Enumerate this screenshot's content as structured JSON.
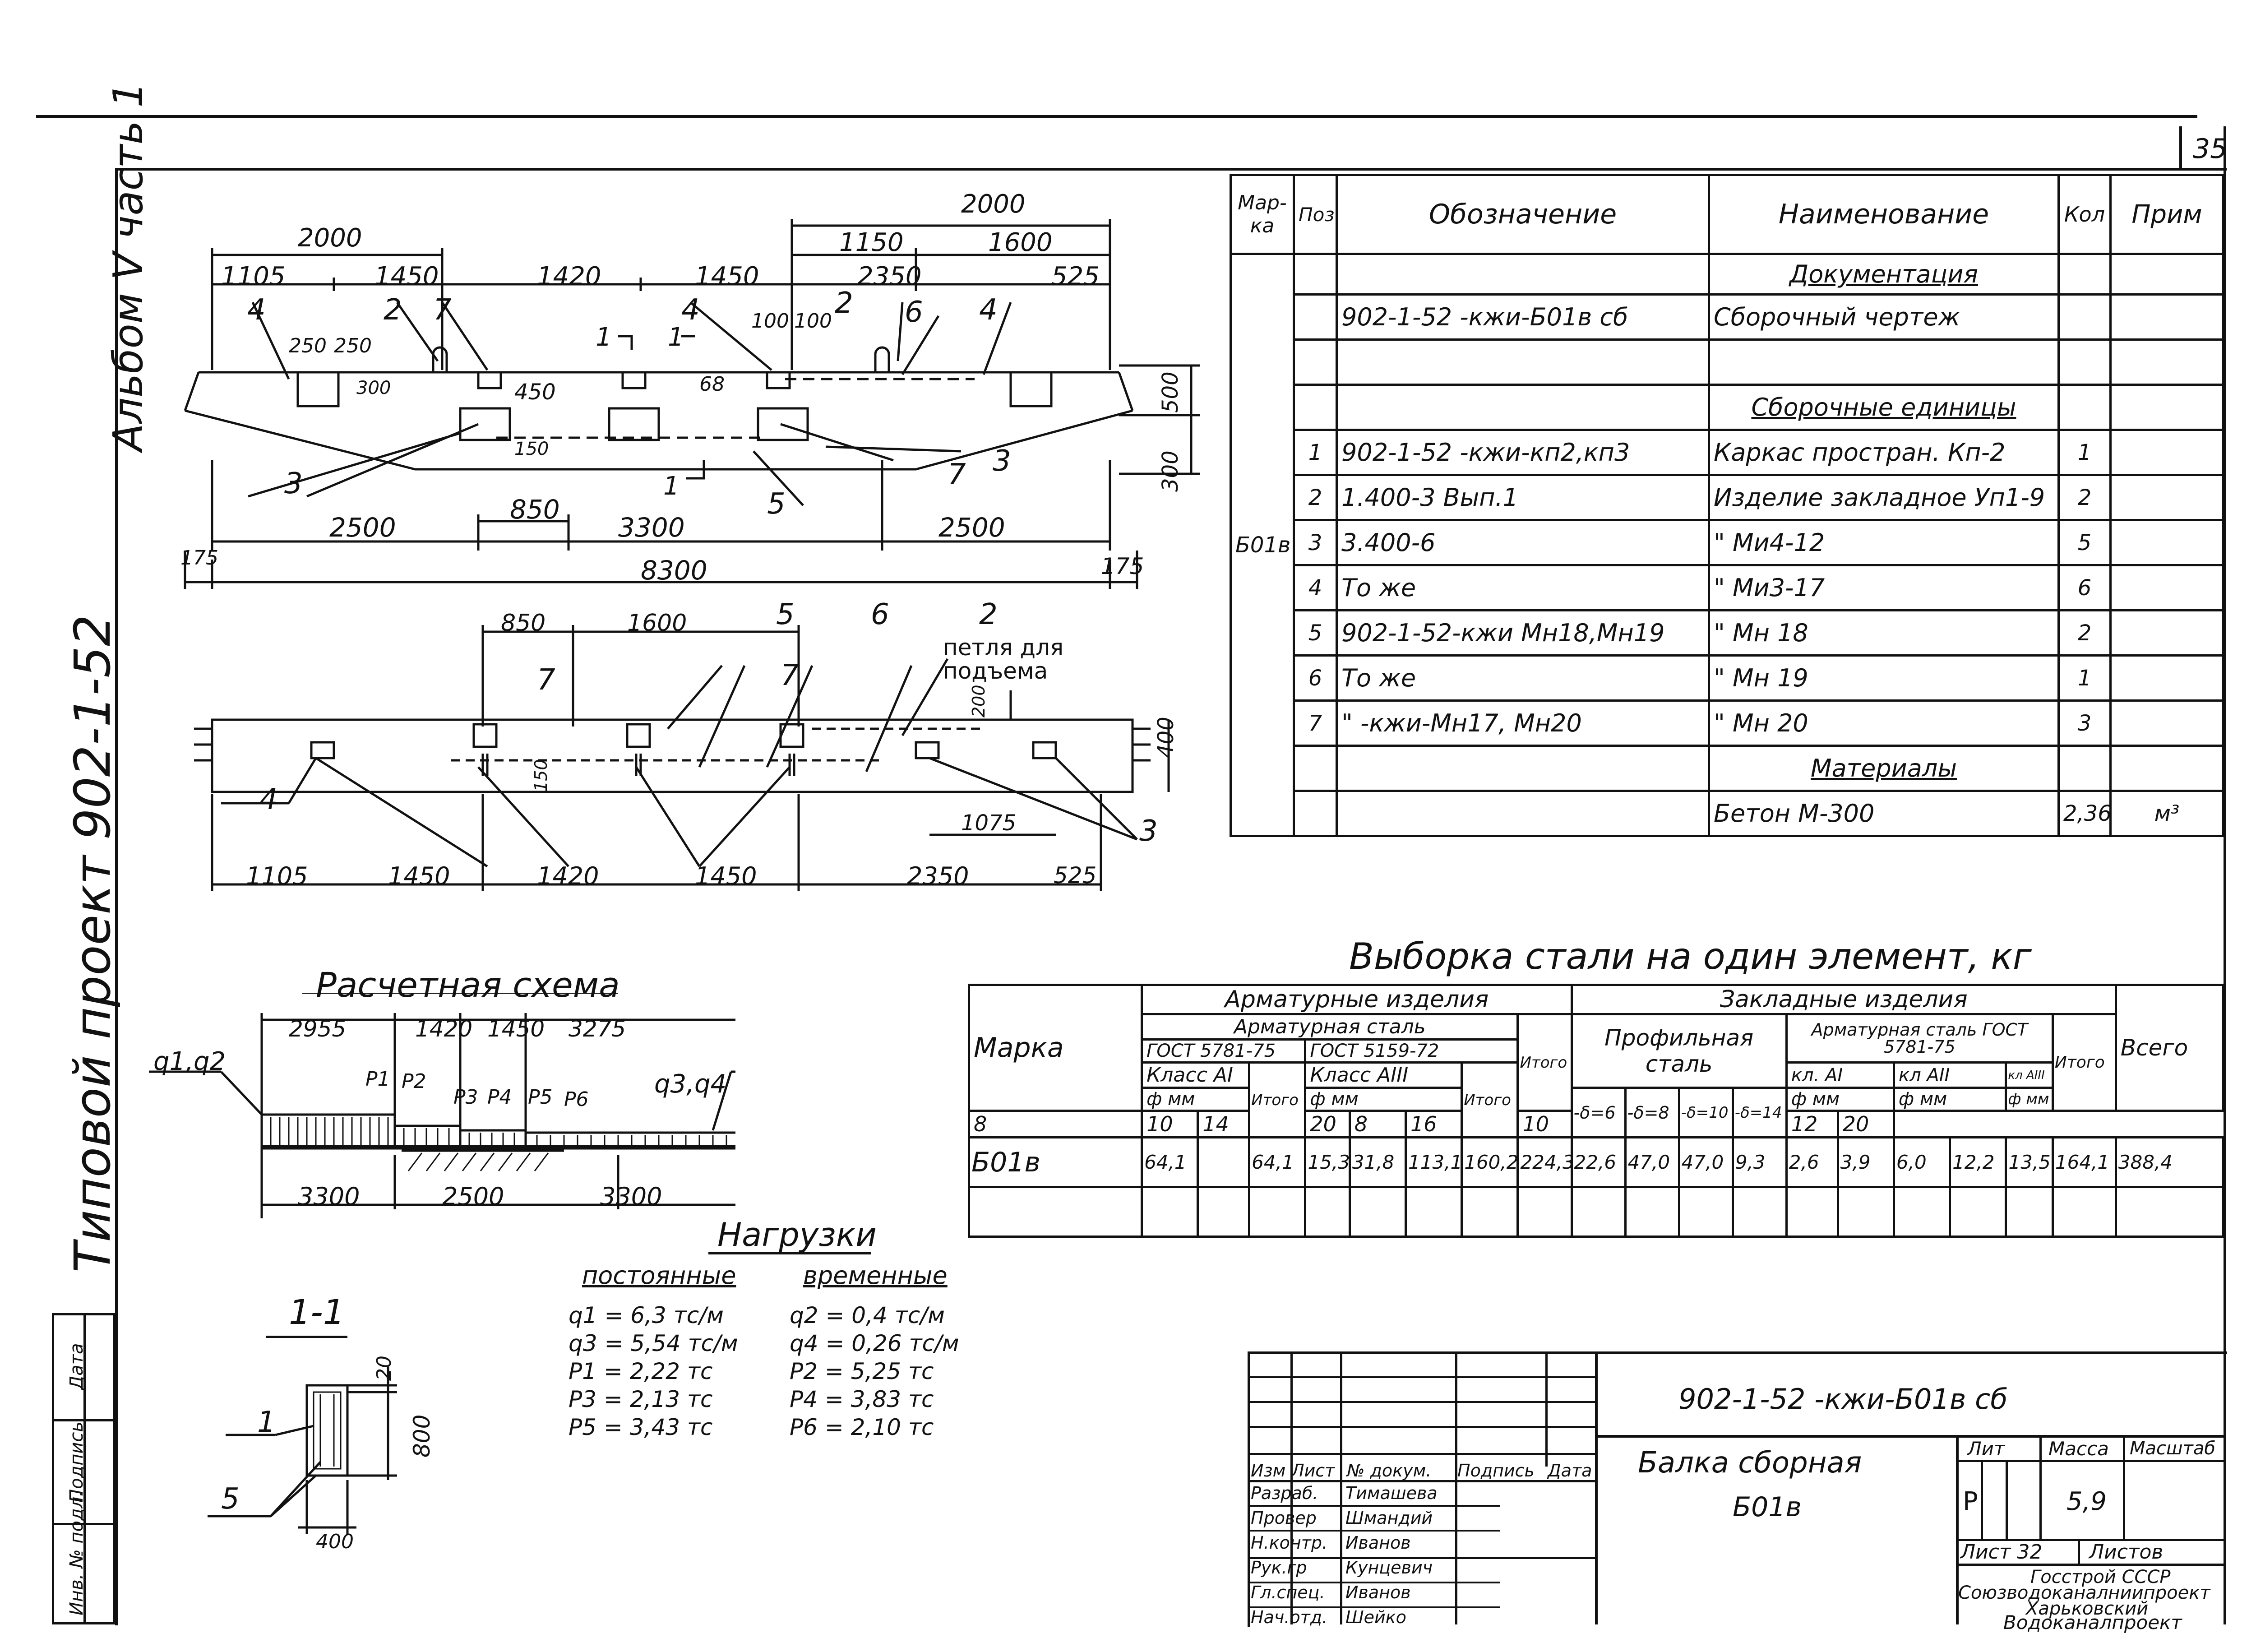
{
  "sheet_number": "35",
  "side_texts": {
    "album": "Альбом V часть 1",
    "project": "Типовой проект 902-1-52"
  },
  "elevation": {
    "dims_top_1": [
      "2000",
      "2000"
    ],
    "dims_top_2": [
      "1150",
      "1600"
    ],
    "dims_top_3": [
      "1105",
      "1450",
      "1420",
      "1450",
      "2350",
      "525"
    ],
    "dims_inner": [
      "250",
      "250",
      "300",
      "450",
      "68",
      "100",
      "100",
      "150",
      "500",
      "300"
    ],
    "dims_bottom": [
      "2500",
      "850",
      "3300",
      "2500"
    ],
    "overall": [
      "175",
      "8300",
      "175"
    ],
    "marks": [
      "4",
      "2",
      "7",
      "4",
      "1",
      "1",
      "2",
      "6",
      "4",
      "3",
      "7",
      "3",
      "1",
      "5"
    ]
  },
  "plan": {
    "dims_top": [
      "850",
      "1600"
    ],
    "marks_top": [
      "5",
      "6",
      "2",
      "7",
      "7"
    ],
    "note": [
      "петля для",
      "подъема"
    ],
    "dims_side": [
      "200",
      "400",
      "150"
    ],
    "dims_inner": [
      "1075"
    ],
    "marks_bottom": [
      "4",
      "3"
    ],
    "dims_bottom": [
      "1105",
      "1450",
      "1420",
      "1450",
      "2350",
      "525"
    ]
  },
  "spec": {
    "headers": [
      "Мар-ка",
      "Поз",
      "Обозначение",
      "Наименование",
      "Кол",
      "Прим"
    ],
    "mark": "Б01в",
    "rows": [
      {
        "pos": "",
        "code": "",
        "name": "Документация",
        "qty": "",
        "note": "",
        "section": true
      },
      {
        "pos": "",
        "code": "902-1-52 -кжи-Б01в сб",
        "name": "Сборочный чертеж",
        "qty": "",
        "note": ""
      },
      {
        "pos": "",
        "code": "",
        "name": "",
        "qty": "",
        "note": ""
      },
      {
        "pos": "",
        "code": "",
        "name": "Сборочные единицы",
        "qty": "",
        "note": "",
        "section": true
      },
      {
        "pos": "1",
        "code": "902-1-52 -кжи-кп2,кп3",
        "name": "Каркас простран. Кп-2",
        "qty": "1",
        "note": ""
      },
      {
        "pos": "2",
        "code": "1.400-3 Вып.1",
        "name": "Изделие закладное Уп1-9",
        "qty": "2",
        "note": ""
      },
      {
        "pos": "3",
        "code": "3.400-6",
        "name": "\" Ми4-12",
        "qty": "5",
        "note": ""
      },
      {
        "pos": "4",
        "code": "То же",
        "name": "\" Ми3-17",
        "qty": "6",
        "note": ""
      },
      {
        "pos": "5",
        "code": "902-1-52-кжи Мн18,Мн19",
        "name": "\" Мн 18",
        "qty": "2",
        "note": ""
      },
      {
        "pos": "6",
        "code": "То же",
        "name": "\" Мн 19",
        "qty": "1",
        "note": ""
      },
      {
        "pos": "7",
        "code": "\" -кжи-Мн17, Мн20",
        "name": "\" Мн 20",
        "qty": "3",
        "note": ""
      },
      {
        "pos": "",
        "code": "",
        "name": "Материалы",
        "qty": "",
        "note": "",
        "section": true
      },
      {
        "pos": "",
        "code": "",
        "name": "Бетон М-300",
        "qty": "2,36",
        "note": "м³"
      }
    ]
  },
  "steel": {
    "title": "Выборка стали на один элемент, кг",
    "h_marka": "Марка",
    "h_arm_izd": "Арматурные изделия",
    "h_arm_stal": "Арматурная сталь",
    "h_gost1": "ГОСТ 5781-75",
    "h_gost2": "ГОСТ 5159-72",
    "h_klass1": "Класс АI",
    "h_klass2": "Класс АIII",
    "h_fmm": "ф мм",
    "h_itogo": "Итого",
    "h_zakl": "Закладные изделия",
    "h_prof": "Профильная сталь",
    "h_arm2": "Арматурная сталь ГОСТ 5781-75",
    "h_kl1": "кл. АI",
    "h_kl2": "кл АII",
    "h_kl3": "кл АIII",
    "h_vsego": "Всего",
    "sub": [
      "8",
      "Итого",
      "10",
      "14",
      "20",
      "Итого",
      "-δ=6",
      "-δ=8",
      "-δ=10",
      "-δ=14",
      "8",
      "16",
      "10",
      "12",
      "20"
    ],
    "row": [
      "Б01в",
      "64,1",
      "",
      "64,1",
      "15,3",
      "31,8",
      "113,1",
      "160,2",
      "224,3",
      "22,6",
      "47,0",
      "47,0",
      "9,3",
      "2,6",
      "3,9",
      "6,0",
      "12,2",
      "13,5",
      "164,1",
      "388,4"
    ]
  },
  "scheme": {
    "title": "Расчетная схема",
    "dims_top": [
      "2955",
      "1420",
      "1450",
      "3275"
    ],
    "loads": [
      "q1,q2",
      "P1",
      "P2",
      "P3",
      "P4",
      "P5",
      "P6",
      "q3,q4"
    ],
    "dims_bottom": [
      "3300",
      "2500",
      "3300"
    ]
  },
  "loads": {
    "title": "Нагрузки",
    "const_title": "постоянные",
    "temp_title": "временные",
    "const": [
      "q1 = 6,3 тс/м",
      "q3 = 5,54 тс/м",
      "P1 = 2,22 тс",
      "P3 = 2,13 тс",
      "P5 = 3,43 тс"
    ],
    "temp": [
      "q2 = 0,4 тс/м",
      "q4 = 0,26 тс/м",
      "P2 = 5,25 тс",
      "P4 = 3,83 тс",
      "P6 = 2,10 тс"
    ]
  },
  "section": {
    "title": "1-1",
    "dims": [
      "20",
      "800",
      "400"
    ],
    "marks": [
      "1",
      "5"
    ]
  },
  "stamp_side": [
    "Инв. № подл.",
    "Подпись",
    "Дата"
  ],
  "title_block": {
    "code": "902-1-52 -кжи-Б01в сб",
    "name": "Балка сборная",
    "mark": "Б01в",
    "h_lit": "Лит",
    "h_massa": "Масса",
    "h_masst": "Масштаб",
    "lit": "Р",
    "massa": "5,9",
    "sheet": "Лист 32",
    "sheets": "Листов",
    "org": [
      "Госстрой СССР",
      "Союзводоканалниипроект",
      "Харьковский",
      "Водоканалпроект"
    ],
    "h_izm": [
      "Изм",
      "Лист",
      "№ докум.",
      "Подпись",
      "Дата"
    ],
    "people": [
      {
        "role": "Разраб.",
        "name": "Тимашева"
      },
      {
        "role": "Провер",
        "name": "Шмандий"
      },
      {
        "role": "Н.контр.",
        "name": "Иванов"
      },
      {
        "role": "Рук.гр",
        "name": "Кунцевич"
      },
      {
        "role": "Гл.спец.",
        "name": "Иванов"
      },
      {
        "role": "Нач.отд.",
        "name": "Шейко"
      }
    ]
  }
}
